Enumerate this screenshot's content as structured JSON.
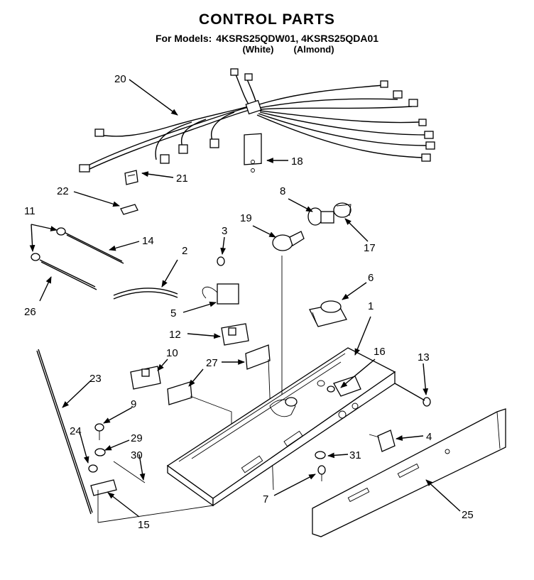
{
  "header": {
    "title": "CONTROL PARTS",
    "models_label": "For Models:",
    "models": "4KSRS25QDW01, 4KSRS25QDA01",
    "color_white": "(White)",
    "color_almond": "(Almond)"
  },
  "callouts": {
    "c1": "1",
    "c2": "2",
    "c3": "3",
    "c4": "4",
    "c5": "5",
    "c6": "6",
    "c7": "7",
    "c8": "8",
    "c9": "9",
    "c10": "10",
    "c11": "11",
    "c12": "12",
    "c13": "13",
    "c14": "14",
    "c15": "15",
    "c16": "16",
    "c17": "17",
    "c18": "18",
    "c19": "19",
    "c20": "20",
    "c21": "21",
    "c22": "22",
    "c23": "23",
    "c24": "24",
    "c25": "25",
    "c26": "26",
    "c27": "27",
    "c29": "29",
    "c30": "30",
    "c31": "31"
  }
}
